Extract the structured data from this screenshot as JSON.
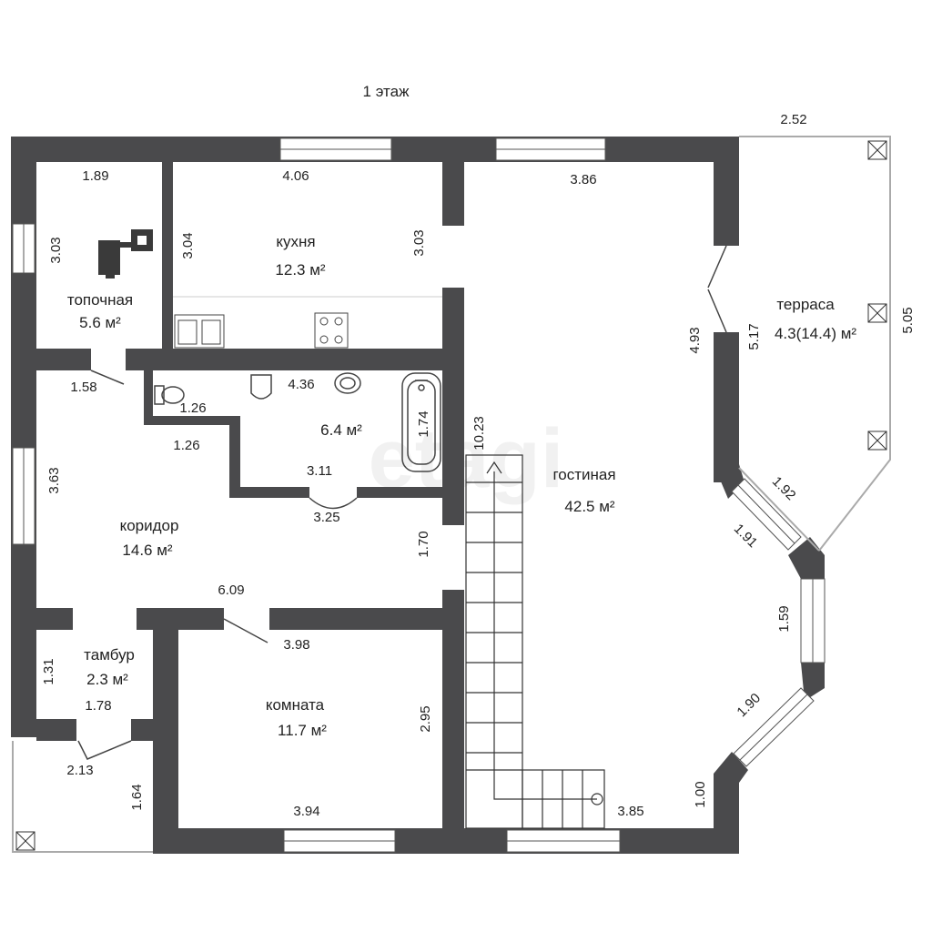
{
  "floor_title": "1 этаж",
  "watermark": "etagi",
  "rooms": {
    "boiler": {
      "name": "топочная",
      "area": "5.6 м²"
    },
    "kitchen": {
      "name": "кухня",
      "area": "12.3 м²"
    },
    "bathroom": {
      "area": "6.4 м²"
    },
    "corridor": {
      "name": "коридор",
      "area": "14.6 м²"
    },
    "vestibule": {
      "name": "тамбур",
      "area": "2.3 м²"
    },
    "room": {
      "name": "комната",
      "area": "11.7 м²"
    },
    "living": {
      "name": "гостиная",
      "area": "42.5 м²"
    },
    "terrace": {
      "name": "терраса",
      "area": "4.3(14.4) м²"
    }
  },
  "dimensions": {
    "boiler_top": "1.89",
    "boiler_side": "3.03",
    "kitchen_top": "4.06",
    "kitchen_left": "3.04",
    "kitchen_right": "3.03",
    "living_top": "3.86",
    "terrace_top": "2.52",
    "terrace_right": "5.05",
    "terrace_left": "5.17",
    "living_wall": "4.93",
    "corridor_door": "1.58",
    "bath_top": "4.36",
    "wc_width": "1.26",
    "wc_depth": "1.26",
    "bath_tub": "1.74",
    "bath_bottom": "3.11",
    "bath_door": "3.25",
    "stairs_len": "10.23",
    "corridor_side": "3.63",
    "corridor_right": "1.70",
    "corridor_bottom": "6.09",
    "bay_1": "1.92",
    "bay_2": "1.91",
    "bay_3": "1.59",
    "bay_4": "1.90",
    "vestibule_side": "1.31",
    "vestibule_bottom": "1.78",
    "room_top": "3.98",
    "room_right": "2.95",
    "room_bottom": "3.94",
    "porch_width": "2.13",
    "porch_depth": "1.64",
    "living_bottom": "3.85",
    "living_corner": "1.00"
  }
}
